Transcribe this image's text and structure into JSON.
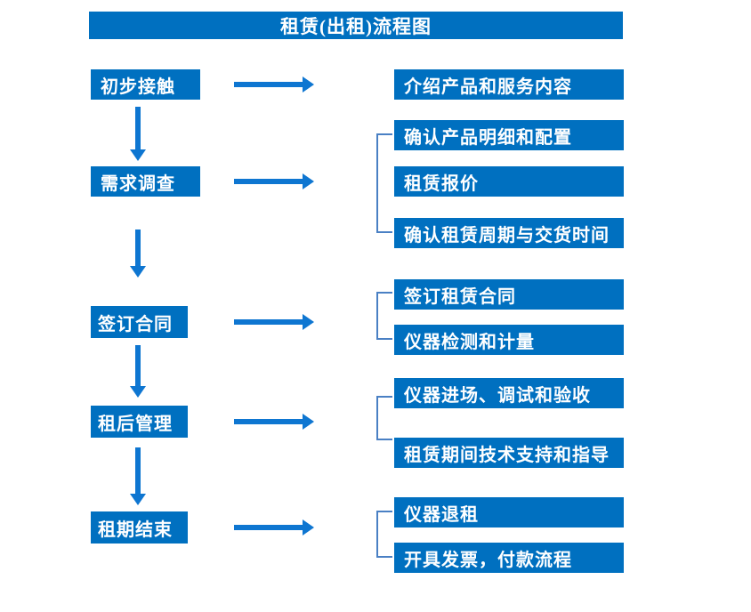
{
  "title": "租赁(出租)流程图",
  "colors": {
    "box_fill": "#0070C0",
    "arrow": "#0E76D1",
    "bracket": "#4A80C4",
    "text": "#FFFFFF",
    "background": "#FFFFFF"
  },
  "icons": {
    "right_arrow": "flow-arrow-right",
    "down_arrow": "flow-arrow-down",
    "group_bracket": "left-square-bracket"
  },
  "steps": [
    {
      "label": "初步接触",
      "details": [
        "介绍产品和服务内容"
      ]
    },
    {
      "label": "需求调查",
      "details": [
        "确认产品明细和配置",
        "租赁报价",
        "确认租赁周期与交货时间"
      ]
    },
    {
      "label": "签订合同",
      "details": [
        "签订租赁合同",
        "仪器检测和计量"
      ]
    },
    {
      "label": "租后管理",
      "details": [
        "仪器进场、调试和验收",
        "租赁期间技术支持和指导"
      ]
    },
    {
      "label": "租期结束",
      "details": [
        "仪器退租",
        "开具发票，付款流程"
      ]
    }
  ]
}
